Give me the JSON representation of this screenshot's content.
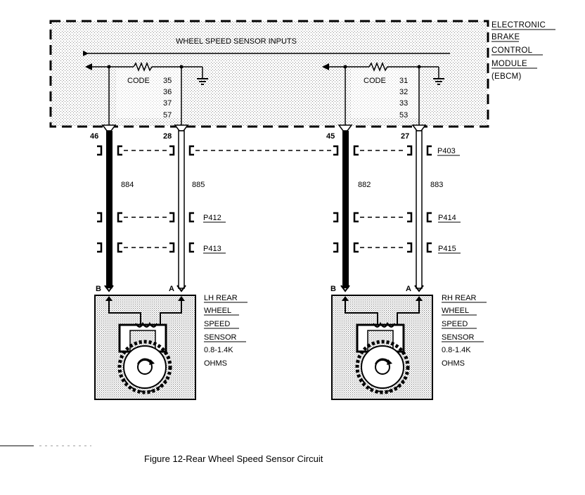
{
  "module": {
    "label_lines": [
      "ELECTRONIC",
      "BRAKE",
      "CONTROL",
      "MODULE",
      "(EBCM)"
    ],
    "inputs_title": "WHEEL SPEED SENSOR INPUTS"
  },
  "left_channel": {
    "code_label": "CODE",
    "codes": [
      "35",
      "36",
      "37",
      "57"
    ],
    "pin_b": "46",
    "pin_a": "28",
    "wire_b": "884",
    "wire_a": "885",
    "terminal_b": "B",
    "terminal_a": "A",
    "sensor_lines": [
      "LH REAR",
      "WHEEL",
      "SPEED",
      "SENSOR",
      "0.8-1.4K",
      "OHMS"
    ]
  },
  "right_channel": {
    "code_label": "CODE",
    "codes": [
      "31",
      "32",
      "33",
      "53"
    ],
    "pin_b": "45",
    "pin_a": "27",
    "wire_b": "882",
    "wire_a": "883",
    "terminal_b": "B",
    "terminal_a": "A",
    "sensor_lines": [
      "RH REAR",
      "WHEEL",
      "SPEED",
      "SENSOR",
      "0.8-1.4K",
      "OHMS"
    ]
  },
  "connectors": {
    "top": "P403",
    "left_mid": "P412",
    "left_low": "P413",
    "right_mid": "P414",
    "right_low": "P415"
  },
  "caption": "Figure 12-Rear Wheel Speed Sensor Circuit"
}
